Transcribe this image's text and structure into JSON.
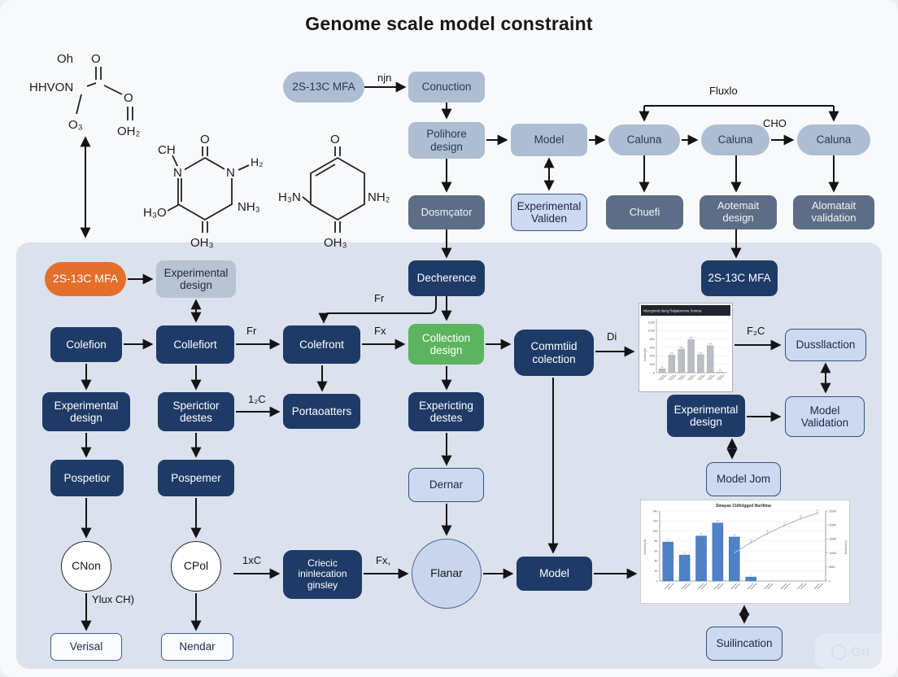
{
  "title": "Genome scale model constraint",
  "watermark": "Grl",
  "colors": {
    "navy": "#1e3b68",
    "slate": "#aebdd2",
    "slate_dark": "#5d6d85",
    "light_blue": "#cdd9f1",
    "green": "#5cb55e",
    "orange": "#e46f2b",
    "panel_bg": "#dce1ee"
  },
  "top_flow": {
    "mfa_pill": "2S-13C MFA",
    "conuction": "Conuction",
    "polihore": "Polihore design",
    "model": "Model",
    "caluna1": "Caluna",
    "caluna2": "Caluna",
    "caluna3": "Caluna",
    "dosmcator": "Dosmçator",
    "exp_validen": "Experimental Validen",
    "chuefi": "Chuefi",
    "aotemait": "Aotemait design",
    "alomatait": "Alomatait validation"
  },
  "edge_labels": {
    "njn": "njn",
    "fluxlo": "Fluxlo",
    "cho": "CHO",
    "fr_curve": "Fr",
    "fr": "Fr",
    "fx": "Fx",
    "di": "Di",
    "f2c": "F₂C",
    "s12c": "1₂C",
    "x1c": "1xC",
    "fx2": "Fx,",
    "ylux": "Ylux CH)"
  },
  "chem": {
    "s1": {
      "oh": "Oh",
      "o_top": "O",
      "hhvon": "HHVON",
      "o3": "O₃",
      "o_right": "O",
      "oh2": "OH₂"
    },
    "s2": {
      "o": "O",
      "ch": "CH",
      "n_left": "N",
      "n_right": "N",
      "h2": "H₂",
      "nh3": "NH₃",
      "h3o": "H₃O",
      "oh3": "OH₃"
    },
    "s3": {
      "o": "O",
      "h3n": "H₃N",
      "nh2": "NH₂",
      "oh3": "OH₃"
    }
  },
  "panel": {
    "mfa_orange": "2S-13C MFA",
    "exp_design_gray": "Experimental design",
    "decherence": "Decherence",
    "mfa_navy": "2S-13C MFA",
    "colefion": "Colefion",
    "collefiort": "Collefiort",
    "colefront": "Colefront",
    "collection_design": "Collection design",
    "commrtid": "Commtiid colection",
    "dussllaction": "Dussllaction",
    "exp_design1": "Experimental design",
    "sperictior": "Sperictior destes",
    "portaoatters": "Portaoatters",
    "expericting": "Expericting destes",
    "exp_design_right": "Experimental design",
    "model_validation": "Model Validation",
    "pospetier": "Pospetior",
    "pospemer": "Pospemer",
    "dernar": "Dernar",
    "model_jom": "Model Jom",
    "cnon": "CNon",
    "cpol": "CPol",
    "criecic": "Criecic ininlecation ginsley",
    "flanar": "Flanar",
    "model2": "Model",
    "verisal": "Verisal",
    "nendar": "Nendar",
    "suilication": "Suilincation"
  },
  "chart_data": [
    {
      "type": "bar",
      "title": "Wurrgrnnd dang Raljaturrnnw Smntra",
      "ylabel": "Smavaugra",
      "ylim": [
        0,
        1200
      ],
      "yticks": [
        0,
        200,
        400,
        600,
        800,
        1000,
        1200
      ],
      "values": [
        90,
        420,
        560,
        790,
        430,
        640,
        15
      ],
      "n_categories": 7,
      "xlabels_legible": false,
      "bar_color": "#babec4",
      "header_bg": "#20242e",
      "legend": "none",
      "grid": true
    },
    {
      "type": "pareto",
      "title": "Smayas Cidfclgged Nurlltma",
      "ylabel_left": "Smsseavg ltd",
      "ylabel_right": "Cmsebgm d",
      "ylim_left": [
        0,
        140
      ],
      "yticks_left": [
        0,
        20,
        40,
        60,
        80,
        100,
        120,
        140
      ],
      "ylim_right": [
        0,
        25000
      ],
      "yticks_right": [
        0,
        5000,
        10000,
        15000,
        20000,
        25000
      ],
      "bar_values": [
        78,
        52,
        90,
        116,
        88,
        8,
        0,
        0,
        0,
        0
      ],
      "line_percent": [
        null,
        null,
        null,
        null,
        40,
        55,
        68,
        79,
        89,
        97
      ],
      "n_categories": 10,
      "xlabels_legible": false,
      "bar_color": "#4f81c7",
      "line_color": "#a9c0dc",
      "legend": "none",
      "grid": true
    }
  ]
}
